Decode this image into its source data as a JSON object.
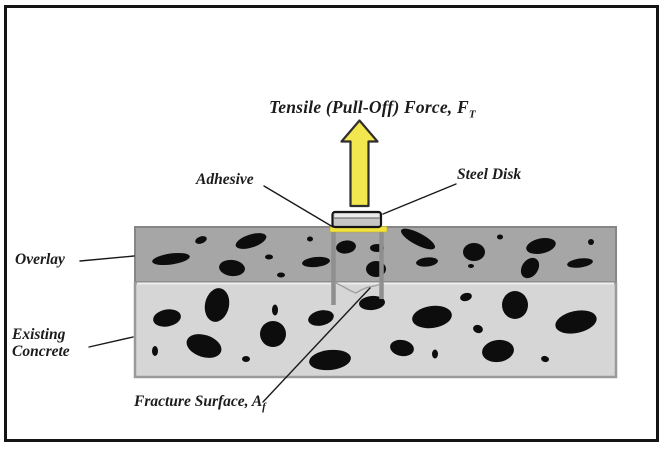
{
  "figure": {
    "title": {
      "text": "Tensile (Pull-Off) Force, F",
      "subscript": "T"
    },
    "labels": {
      "adhesive": "Adhesive",
      "steel_disk": "Steel Disk",
      "overlay": "Overlay",
      "existing_concrete": "Existing Concrete",
      "fracture": {
        "text": "Fracture Surface, A",
        "subscript": "f"
      }
    },
    "colors": {
      "arrow_yellow": "#f2e74e",
      "adhesive_yellow": "#f0e33f",
      "overlay_gray": "#a6a6a6",
      "concrete_gray": "#d6d6d6",
      "aggregate_black": "#0d0d0d",
      "frame_black": "#141414",
      "disk_face": "#c6c6c6",
      "disk_top": "#e9e9e9",
      "kerf_gray": "#8f8f8f",
      "line_color": "#1a1a1a"
    },
    "aggregates": {
      "overlay": [
        [
          201,
          240,
          6,
          3.5,
          -20
        ],
        [
          171,
          259,
          19,
          5.5,
          -8
        ],
        [
          251,
          241,
          16,
          6.5,
          -18
        ],
        [
          232,
          268,
          13,
          8,
          6
        ],
        [
          269,
          257,
          4,
          2.5,
          0
        ],
        [
          281,
          275,
          4,
          2.5,
          0
        ],
        [
          310,
          239,
          3,
          2.5,
          0
        ],
        [
          316,
          262,
          14,
          5,
          -6
        ],
        [
          346,
          247,
          10,
          6.5,
          -8
        ],
        [
          377,
          248,
          7,
          4,
          0
        ],
        [
          376,
          269,
          10,
          8,
          0
        ],
        [
          418,
          239,
          19,
          6,
          28
        ],
        [
          427,
          262,
          11,
          4.5,
          -6
        ],
        [
          474,
          252,
          11,
          9,
          0
        ],
        [
          500,
          237,
          3,
          2.5,
          0
        ],
        [
          471,
          266,
          3,
          2,
          0
        ],
        [
          541,
          246,
          15,
          7.5,
          -12
        ],
        [
          530,
          268,
          8,
          11,
          35
        ],
        [
          591,
          242,
          3,
          3,
          0
        ],
        [
          580,
          263,
          13,
          4.5,
          -8
        ]
      ],
      "concrete": [
        [
          167,
          318,
          14,
          8.5,
          -10
        ],
        [
          217,
          305,
          12,
          17,
          12
        ],
        [
          204,
          346,
          18,
          11,
          18
        ],
        [
          155,
          351,
          3,
          5,
          0
        ],
        [
          275,
          310,
          3,
          5.5,
          0
        ],
        [
          273,
          334,
          13,
          13,
          0
        ],
        [
          246,
          359,
          4,
          3,
          0
        ],
        [
          321,
          318,
          13,
          7.5,
          -12
        ],
        [
          330,
          360,
          21,
          10,
          -6
        ],
        [
          372,
          303,
          13,
          7,
          -5
        ],
        [
          432,
          317,
          20,
          11,
          -8
        ],
        [
          466,
          297,
          6,
          4,
          -15
        ],
        [
          515,
          305,
          13,
          14,
          0
        ],
        [
          478,
          329,
          5,
          4,
          20
        ],
        [
          576,
          322,
          21,
          11,
          -12
        ],
        [
          402,
          348,
          12,
          8,
          10
        ],
        [
          435,
          354,
          3,
          4.5,
          0
        ],
        [
          498,
          351,
          16,
          11,
          -8
        ],
        [
          545,
          359,
          4,
          3,
          15
        ]
      ]
    }
  }
}
